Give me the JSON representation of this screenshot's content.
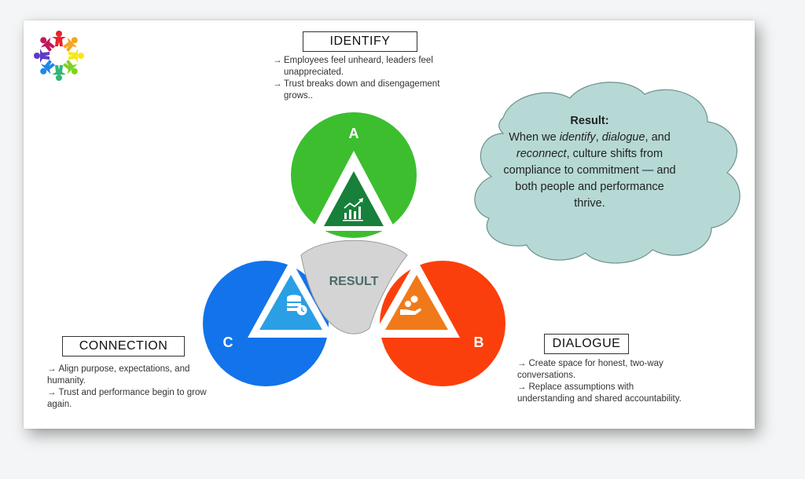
{
  "nodes": {
    "a": {
      "letter": "A",
      "color": "#3cbe2f",
      "inner": "#17803a",
      "icon": "chart-growth-icon"
    },
    "b": {
      "letter": "B",
      "color": "#fb3f0c",
      "inner": "#f07a1a",
      "icon": "money-hand-icon"
    },
    "c": {
      "letter": "C",
      "color": "#1273eb",
      "inner": "#2a9fe6",
      "icon": "database-clock-icon"
    }
  },
  "center": {
    "label": "RESULT",
    "color": "#d4d4d4",
    "text_color": "#4a6b6a"
  },
  "identify": {
    "title": "IDENTIFY",
    "notes": [
      "Employees feel unheard, leaders feel unappreciated.",
      "Trust breaks down and disengagement grows.."
    ]
  },
  "dialogue": {
    "title": "DIALOGUE",
    "notes": [
      "Create space for honest, two-way conversations.",
      "Replace assumptions with understanding and shared accountability."
    ]
  },
  "connection": {
    "title": "CONNECTION",
    "notes": [
      "Align purpose, expectations, and humanity.",
      "Trust and performance begin to grow again."
    ]
  },
  "result_cloud": {
    "title": "Result:",
    "part1": "When we ",
    "identify": "identify",
    "sep1": ", ",
    "dialogue": "dialogue",
    "sep2": ", and ",
    "reconnect": "reconnect",
    "part2": ", culture shifts from compliance to commitment — and both people and performance thrive.",
    "fill": "#b6d9d6"
  }
}
